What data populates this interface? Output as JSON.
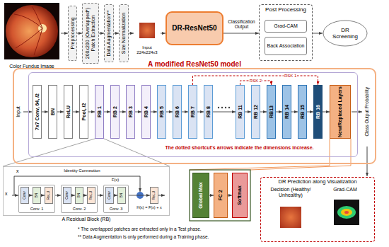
{
  "diagram": {
    "nodes": [
      {
        "text": [
          "Color Fundus Image"
        ]
      },
      {
        "text": [
          "Preprocessing"
        ]
      },
      {
        "text": [
          "200x200 (Overlapped*) Patch Extraction"
        ]
      },
      {
        "text": [
          "Data Augmentation**"
        ]
      },
      {
        "text": [
          "Size Normalization"
        ]
      },
      {
        "text": [
          "Input 224x224x3"
        ]
      },
      {
        "text": [
          "DR-ResNet50"
        ]
      },
      {
        "text": [
          "Post Processing"
        ]
      },
      {
        "text": [
          "Grad-CAM"
        ],
        "in": 7
      },
      {
        "text": [
          "Back Association"
        ],
        "in": 7
      },
      {
        "text": [
          "DR Screening"
        ]
      },
      {
        "text": [
          "A modified ResNet50 model"
        ]
      },
      {
        "text": [
          "The dotted shortcut's arrows indicate the dimensions increase."
        ],
        "in": 11
      },
      {
        "text": [
          "7x7 Conv, 64, /2"
        ],
        "in": 12
      },
      {
        "text": [
          "BN"
        ],
        "in": 12
      },
      {
        "text": [
          "ReLU"
        ],
        "in": 12
      },
      {
        "text": [
          "Pool, /2"
        ],
        "in": 12
      },
      {
        "text": [
          "RB 1"
        ],
        "in": 12
      },
      {
        "text": [
          "RB 2"
        ],
        "in": 12
      },
      {
        "text": [
          "RB 3"
        ],
        "in": 12
      },
      {
        "text": [
          "RB 4"
        ],
        "in": 12
      },
      {
        "text": [
          "RB 5"
        ],
        "in": 12
      },
      {
        "text": [
          "RB 6"
        ],
        "in": 12
      },
      {
        "text": [
          "RB 7"
        ],
        "in": 12
      },
      {
        "text": [
          "RB 8"
        ],
        "in": 12
      },
      {
        "text": [
          "RB 11"
        ],
        "in": 12
      },
      {
        "text": [
          "RB 12"
        ],
        "in": 12
      },
      {
        "text": [
          "RB13"
        ],
        "in": 12
      },
      {
        "text": [
          "RB 14"
        ],
        "in": 12
      },
      {
        "text": [
          "RB 15"
        ],
        "in": 12
      },
      {
        "text": [
          "RB 16"
        ],
        "in": 12
      },
      {
        "text": [
          "New/Replaced Layers"
        ],
        "in": 12
      },
      {
        "text": [
          "A Residual Block (RB)"
        ]
      },
      {
        "text": [
          "Conv. 1"
        ],
        "in": 32
      },
      {
        "text": [
          "Conv"
        ],
        "in": 33
      },
      {
        "text": [
          "BN"
        ],
        "in": 33
      },
      {
        "text": [
          "ReLU"
        ],
        "in": 33
      },
      {
        "text": [
          "Conv. 2"
        ],
        "in": 32
      },
      {
        "text": [
          "Conv"
        ],
        "in": 37
      },
      {
        "text": [
          "BN"
        ],
        "in": 37
      },
      {
        "text": [
          "ReLU"
        ],
        "in": 37
      },
      {
        "text": [
          "Conv. 3"
        ],
        "in": 32
      },
      {
        "text": [
          "Conv"
        ],
        "in": 41
      },
      {
        "text": [
          "BN"
        ],
        "in": 41
      },
      {
        "text": [
          "ReLU"
        ],
        "in": 32
      },
      {
        "text": [
          "Global Max"
        ]
      },
      {
        "text": [
          "FC 2"
        ]
      },
      {
        "text": [
          "Softmax"
        ]
      },
      {
        "text": [
          "DR Prediction along Visualization"
        ]
      },
      {
        "text": [
          "Decision (Healthy/ Unhealthy)"
        ],
        "in": 48
      },
      {
        "text": [
          "Grad-CAM"
        ],
        "in": 48
      }
    ],
    "edges": [
      {
        "from": 0,
        "to": 1,
        "arrow": "to"
      },
      {
        "from": 1,
        "to": 2,
        "arrow": "to"
      },
      {
        "from": 2,
        "to": 3,
        "arrow": "to"
      },
      {
        "from": 3,
        "to": 4,
        "arrow": "to"
      },
      {
        "from": 4,
        "to": 5,
        "arrow": "to"
      },
      {
        "from": 5,
        "to": 6,
        "arrow": "to"
      },
      {
        "from": 6,
        "to": 7,
        "arrow": "to"
      },
      {
        "from": 7,
        "to": 10,
        "arrow": "to"
      },
      {
        "from": 13,
        "to": 14,
        "arrow": "to"
      },
      {
        "from": 14,
        "to": 15,
        "arrow": "to"
      },
      {
        "from": 15,
        "to": 16,
        "arrow": "to"
      },
      {
        "from": 16,
        "to": 17,
        "arrow": "to"
      },
      {
        "from": 17,
        "to": 18,
        "arrow": "to"
      },
      {
        "from": 18,
        "to": 19,
        "arrow": "to"
      },
      {
        "from": 19,
        "to": 20,
        "arrow": "to"
      },
      {
        "from": 20,
        "to": 21,
        "arrow": "to"
      },
      {
        "from": 21,
        "to": 22,
        "arrow": "to"
      },
      {
        "from": 22,
        "to": 23,
        "arrow": "to"
      },
      {
        "from": 23,
        "to": 24,
        "arrow": "to"
      },
      {
        "from": 24,
        "to": 25,
        "arrow": "to"
      },
      {
        "from": 25,
        "to": 26,
        "arrow": "to"
      },
      {
        "from": 26,
        "to": 27,
        "arrow": "to"
      },
      {
        "from": 27,
        "to": 28,
        "arrow": "to"
      },
      {
        "from": 28,
        "to": 29,
        "arrow": "to"
      },
      {
        "from": 29,
        "to": 30,
        "arrow": "to"
      },
      {
        "from": 30,
        "to": 31,
        "arrow": "to"
      },
      {
        "from": 23,
        "to": 30,
        "label": "RSK 1",
        "arrow": "to"
      },
      {
        "from": 25,
        "to": 27,
        "label": "RSK 2",
        "arrow": "to"
      },
      {
        "from": 33,
        "to": 37,
        "arrow": "to"
      },
      {
        "from": 37,
        "to": 41,
        "arrow": "to"
      },
      {
        "from": 41,
        "to": 44,
        "arrow": "to"
      },
      {
        "from": 34,
        "to": 35,
        "arrow": "to"
      },
      {
        "from": 35,
        "to": 36,
        "arrow": "to"
      },
      {
        "from": 38,
        "to": 39,
        "arrow": "to"
      },
      {
        "from": 39,
        "to": 40,
        "arrow": "to"
      },
      {
        "from": 42,
        "to": 43,
        "arrow": "to"
      },
      {
        "from": 45,
        "to": 46,
        "arrow": "to"
      },
      {
        "from": 46,
        "to": 47,
        "arrow": "to"
      }
    ],
    "labels": [
      "Input",
      "Class Output Probability",
      "Classification Output",
      "x",
      "x",
      "F(x)",
      "Identity Connection",
      "H(x) = F(x) + x",
      "* The overlapped patches are extracted only in a Test phase.",
      "** Data Augmentation is only performed during a Training phase."
    ]
  }
}
